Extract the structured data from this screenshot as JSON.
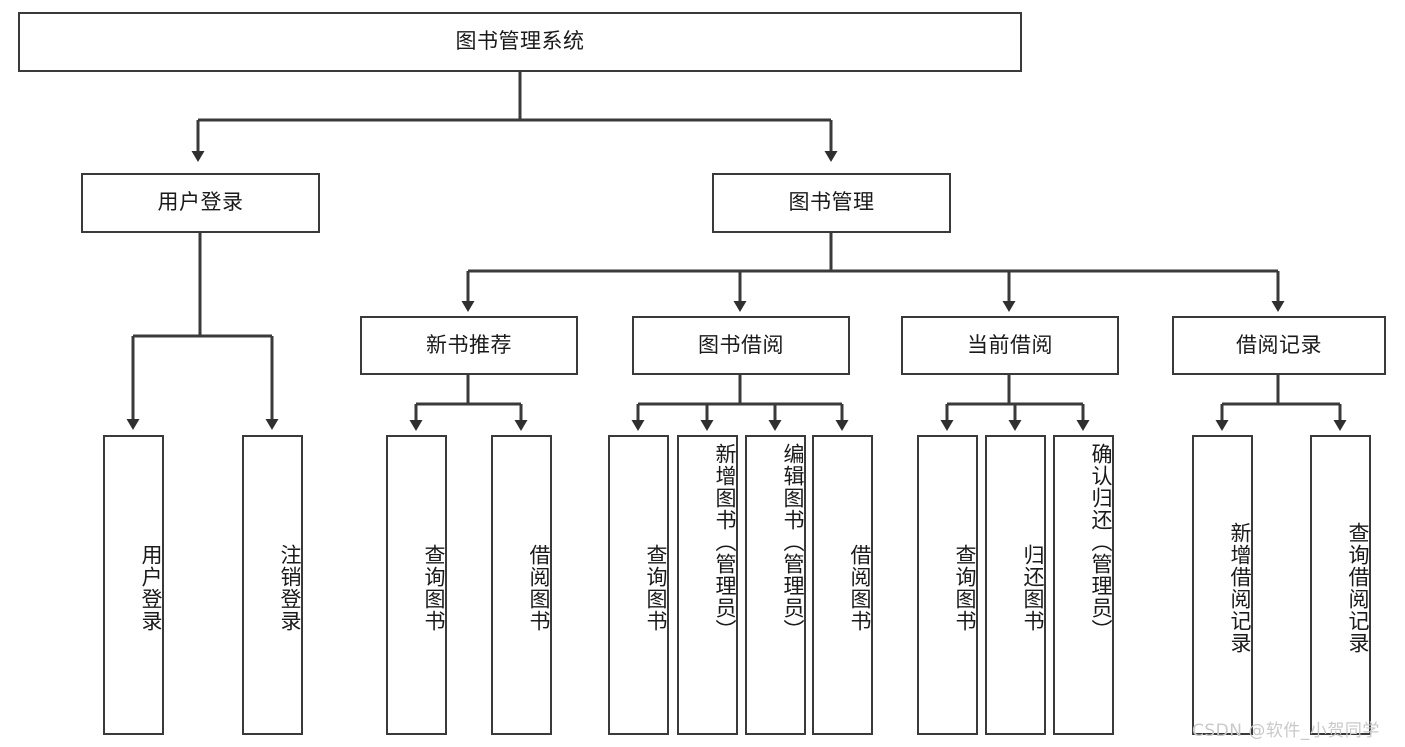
{
  "diagram": {
    "title": "图书管理系统",
    "type": "tree-hierarchy-chart",
    "root": {
      "label": "图书管理系统"
    },
    "level2": [
      {
        "label": "用户登录"
      },
      {
        "label": "图书管理"
      }
    ],
    "level3": [
      {
        "label": "新书推荐"
      },
      {
        "label": "图书借阅"
      },
      {
        "label": "当前借阅"
      },
      {
        "label": "借阅记录"
      }
    ],
    "leaves": {
      "user_login": [
        {
          "label": "用户登录"
        },
        {
          "label": "注销登录"
        }
      ],
      "new_book_recommend": [
        {
          "label": "查询图书"
        },
        {
          "label": "借阅图书"
        }
      ],
      "book_borrow": [
        {
          "label": "查询图书"
        },
        {
          "label": "新增图书（管理员）"
        },
        {
          "label": "编辑图书（管理员）"
        },
        {
          "label": "借阅图书"
        }
      ],
      "current_borrow": [
        {
          "label": "查询图书"
        },
        {
          "label": "归还图书"
        },
        {
          "label": "确认归还（管理员）"
        }
      ],
      "borrow_record": [
        {
          "label": "新增借阅记录"
        },
        {
          "label": "查询借阅记录"
        }
      ]
    },
    "watermark": "CSDN @软件_小贺同学",
    "colors": {
      "stroke": "#3a3a3a",
      "fill": "#ffffff",
      "text": "#1a1a1a",
      "watermark": "#c9c9c9",
      "background": "#ffffff"
    }
  }
}
